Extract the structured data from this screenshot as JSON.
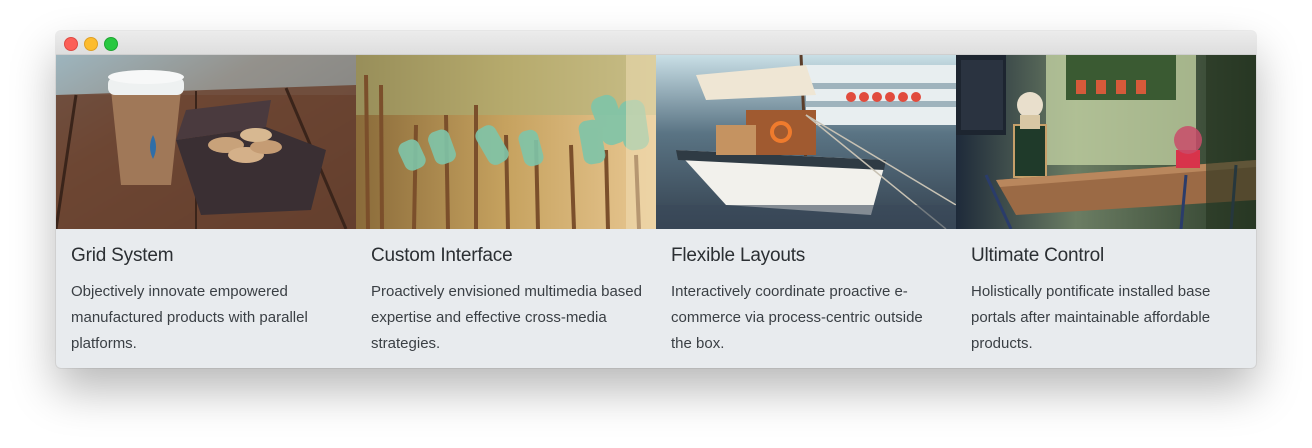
{
  "window": {
    "controls": [
      "close",
      "minimize",
      "maximize"
    ]
  },
  "cards": [
    {
      "image_icon": "coffee-macarons-photo",
      "title": "Grid System",
      "text": "Objectively innovate empowered manufactured products with parallel platforms."
    },
    {
      "image_icon": "bottle-fence-photo",
      "title": "Custom Interface",
      "text": "Proactively envisioned multimedia based expertise and effective cross-media strategies."
    },
    {
      "image_icon": "sailboat-harbor-photo",
      "title": "Flexible Layouts",
      "text": "Interactively coordinate proactive e-commerce via process-centric outside the box."
    },
    {
      "image_icon": "cafe-terrace-photo",
      "title": "Ultimate Control",
      "text": "Holistically pontificate installed base portals after maintainable affordable products."
    }
  ]
}
